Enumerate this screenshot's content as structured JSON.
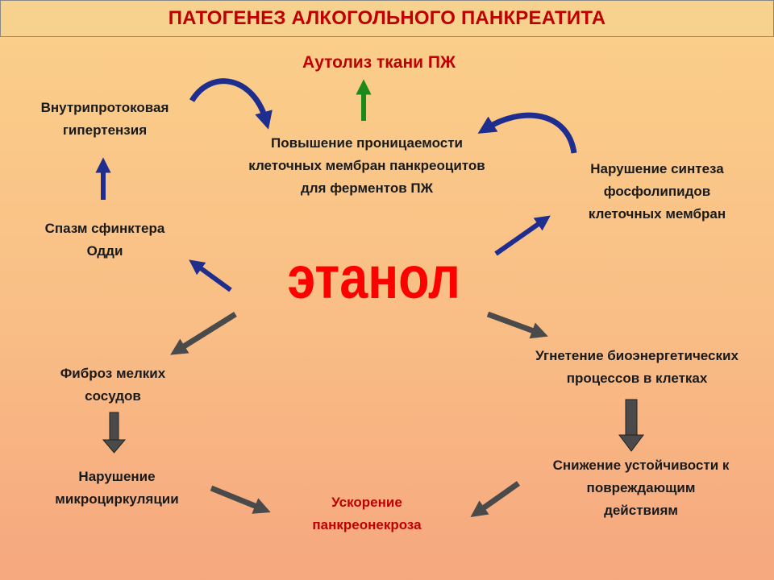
{
  "title": "ПАТОГЕНЕЗ АЛКОГОЛЬНОГО ПАНКРЕАТИТА",
  "center": "этанол",
  "nodes": {
    "autolysis": "Аутолиз ткани ПЖ",
    "permeability": "Повышение проницаемости\nклеточных мембран панкреоцитов\nдля ферментов ПЖ",
    "ductal_hypertension": "Внутрипротоковая\nгипертензия",
    "oddi_spasm": "Спазм сфинктера\nОдди",
    "phospholipid": "Нарушение синтеза\nфосфолипидов\nклеточных мембран",
    "bioenergetic": "Угнетение биоэнергетических\nпроцессов в клетках",
    "resistance": "Снижение устойчивости к\nповреждающим\nдействиям",
    "fibrosis": "Фиброз мелких\nсосудов",
    "microcirculation": "Нарушение\nмикроциркуляции",
    "necrosis": "Ускорение\nпанкреонекроза"
  },
  "colors": {
    "title_text": "#C00000",
    "ethanol_text": "#FF0000",
    "blue_arrow": "#1F2D8F",
    "green_arrow": "#1B8A1B",
    "gray_arrow": "#4A4A4A"
  }
}
